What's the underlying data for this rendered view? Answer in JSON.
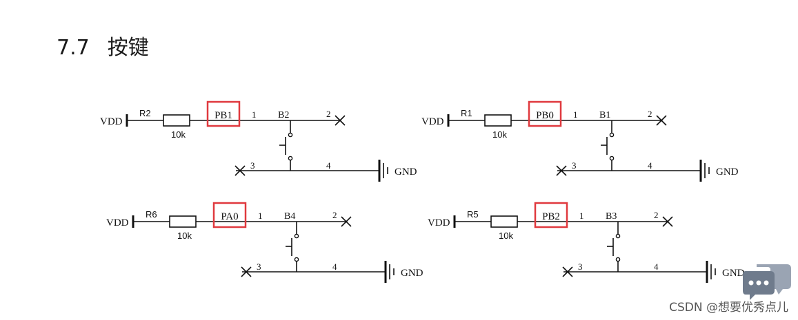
{
  "heading": {
    "number": "7.7",
    "title": "按键"
  },
  "watermark": "CSDN @想要优秀点儿",
  "colors": {
    "highlight": "#e0393e",
    "wire": "#111111"
  },
  "circuits": [
    {
      "id": "c1",
      "vdd": "VDD",
      "resistor": "R2",
      "value": "10k",
      "pin": "PB1",
      "button": "B2",
      "pin1": "1",
      "pin2": "2",
      "pin3": "3",
      "pin4": "4",
      "gnd": "GND"
    },
    {
      "id": "c2",
      "vdd": "VDD",
      "resistor": "R1",
      "value": "10k",
      "pin": "PB0",
      "button": "B1",
      "pin1": "1",
      "pin2": "2",
      "pin3": "3",
      "pin4": "4",
      "gnd": "GND"
    },
    {
      "id": "c3",
      "vdd": "VDD",
      "resistor": "R6",
      "value": "10k",
      "pin": "PA0",
      "button": "B4",
      "pin1": "1",
      "pin2": "2",
      "pin3": "3",
      "pin4": "4",
      "gnd": "GND"
    },
    {
      "id": "c4",
      "vdd": "VDD",
      "resistor": "R5",
      "value": "10k",
      "pin": "PB2",
      "button": "B3",
      "pin1": "1",
      "pin2": "2",
      "pin3": "3",
      "pin4": "4",
      "gnd": "GND"
    }
  ]
}
